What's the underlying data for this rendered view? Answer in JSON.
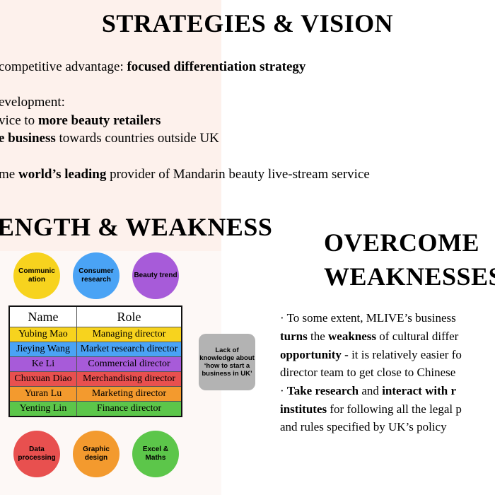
{
  "title": "STRATEGIES & VISION",
  "advantage": {
    "prefix": "competitive advantage: ",
    "bold": "focused differentiation strategy"
  },
  "development": {
    "heading": "evelopment:",
    "l1_pre": "vice to ",
    "l1_bold": "more beauty retailers",
    "l2_bold": "e business",
    "l2_post": " towards countries outside UK"
  },
  "vision": {
    "pre": "me ",
    "bold": "world’s leading",
    "post": " provider of Mandarin beauty live-stream service"
  },
  "strength_title": "ENGTH & WEAKNESS",
  "overcome_title": {
    "l1": "OVERCOME",
    "l2": "WEAKNESSES"
  },
  "circles": {
    "communication": "Communic ation",
    "consumer": "Consumer research",
    "beauty": "Beauty trend",
    "data": "Data processing",
    "graphic": "Graphic design",
    "excel": "Excel & Maths"
  },
  "colors": {
    "yellow": "#f7d31e",
    "blue": "#4aa3f5",
    "purple": "#a75bd9",
    "red": "#e8504f",
    "orange": "#f39a2e",
    "green": "#5cc64a",
    "gray": "#b3b3b3"
  },
  "table": {
    "headers": [
      "Name",
      "Role"
    ],
    "rows": [
      [
        "Yubing Mao",
        "Managing director"
      ],
      [
        "Jieying Wang",
        "Market research director"
      ],
      [
        "Ke Li",
        "Commercial director"
      ],
      [
        "Chuxuan Diao",
        "Merchandising director"
      ],
      [
        "Yuran Lu",
        "Marketing director"
      ],
      [
        "Yenting Lin",
        "Finance director"
      ]
    ]
  },
  "lack_box": "Lack of knowledge about ‘how to start a business in UK’",
  "overcome_text": {
    "p1_l1": "· To some extent, MLIVE’s business",
    "p1_l2_b1": "turns",
    "p1_l2_t1": " the ",
    "p1_l2_b2": "weakness",
    "p1_l2_t2": " of cultural differ",
    "p1_l3_b1": "opportunity",
    "p1_l3_t1": " - it is relatively easier fo",
    "p1_l4": "director team to get close to Chinese",
    "p2_l1_pre": "· ",
    "p2_l1_b1": "Take research",
    "p2_l1_t1": " and ",
    "p2_l1_b2": "interact with r",
    "p2_l2_b1": "institutes",
    "p2_l2_t1": " for following all the legal p",
    "p2_l3": "and rules specified by UK’s policy"
  }
}
